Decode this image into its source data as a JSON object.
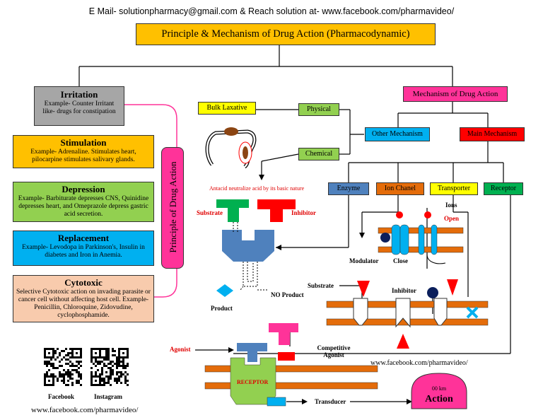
{
  "header": {
    "contact": "E Mail- solutionpharmacy@gmail.com & Reach solution at- www.facebook.com/pharmavideo/",
    "title": "Principle & Mechanism of Drug Action (Pharmacodynamic)"
  },
  "principles": {
    "vertical_label": "Principle of Drug Action",
    "irritation": {
      "title": "Irritation",
      "desc": "Example- Counter Irritant like- drugs for constipation"
    },
    "stimulation": {
      "title": "Stimulation",
      "desc": "Example- Adrenaline. Stimulates heart, pilocarpine stimulates salivary glands."
    },
    "depression": {
      "title": "Depression",
      "desc": "Example- Barbiturate depresses CNS, Quinidine depresses heart, and Omeprazole depress gastric acid secretion."
    },
    "replacement": {
      "title": "Replacement",
      "desc": "Example- Levodopa in Parkinson's, Insulin in diabetes and Iron in Anemia."
    },
    "cytotoxic": {
      "title": "Cytotoxic",
      "desc": "Selective Cytotoxic action on invading parasite or cancer cell without affecting host cell. Example- Penicillin, Chloroquine, Zidovudine, cyclophosphamide."
    }
  },
  "mechanism": {
    "title": "Mechanism of Drug Action",
    "other": "Other Mechanism",
    "main": "Main Mechanism",
    "bulk_laxative": "Bulk Laxative",
    "physical": "Physical",
    "chemical": "Chemical",
    "antacid_note": "Antacid neutralize acid by its basic nature",
    "enzyme": "Enzyme",
    "ion_channel": "Ion Chanel",
    "transporter": "Transporter",
    "receptor": "Receptor"
  },
  "labels": {
    "substrate": "Substrate",
    "inhibitor": "Inhibitor",
    "product": "Product",
    "no_product": "NO Product",
    "ions": "Ions",
    "open": "Open",
    "close": "Close",
    "modulator": "Modulator",
    "substrate2": "Substrate",
    "inhibitor2": "Inhibitor",
    "agonist": "Agonist",
    "competitive_agonist": "Competitive Agonist",
    "receptor_block": "RECEPTOR",
    "transducer": "Transducer",
    "action_small": "00 km",
    "action": "Action",
    "fb_link_right": "www.facebook.com/pharmavideo/",
    "fb_link_bottom": "www.facebook.com/pharmavideo/",
    "qr_facebook": "Facebook",
    "qr_instagram": "Instagram"
  },
  "colors": {
    "title_bg": "#ffc000",
    "irritation_bg": "#a6a6a6",
    "stimulation_bg": "#ffc000",
    "depression_bg": "#92d050",
    "replacement_bg": "#00b0f0",
    "cytotoxic_bg": "#f8cbad",
    "pink": "#ff3399",
    "blue_box": "#00b0f0",
    "red_box": "#ff0000",
    "enzyme_box": "#4f81bd",
    "orange_box": "#e46c0a",
    "yellow_box": "#ffff00",
    "green_box": "#00b050",
    "membrane": "#e46c0a"
  }
}
